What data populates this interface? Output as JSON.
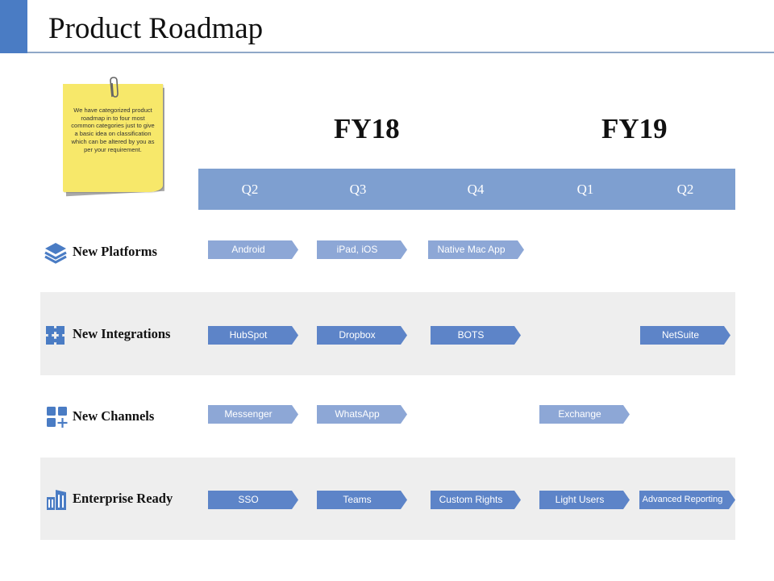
{
  "title": "Product Roadmap",
  "note": "We have categorized product roadmap in to four most common categories just to give a basic idea on classification which can be altered by you as per your requirement.",
  "fiscal_years": [
    "FY18",
    "FY19"
  ],
  "quarters": [
    "Q2",
    "Q3",
    "Q4",
    "Q1",
    "Q2"
  ],
  "colors": {
    "accent": "#4a7cc4",
    "quarter_bar": "#7e9fd0",
    "chip_light": "#8da7d6",
    "chip_dark": "#5d84c8",
    "band": "#eeeeee"
  },
  "rows": [
    {
      "label": "New Platforms",
      "icon": "layers-icon",
      "items": [
        "Android",
        "iPad, iOS",
        "Native Mac App",
        "",
        ""
      ]
    },
    {
      "label": "New Integrations",
      "icon": "puzzle-icon",
      "items": [
        "HubSpot",
        "Dropbox",
        "BOTS",
        "",
        "NetSuite"
      ]
    },
    {
      "label": "New Channels",
      "icon": "grid-add-icon",
      "items": [
        "Messenger",
        "WhatsApp",
        "",
        "Exchange",
        ""
      ]
    },
    {
      "label": "Enterprise Ready",
      "icon": "buildings-icon",
      "items": [
        "SSO",
        "Teams",
        "Custom Rights",
        "Light Users",
        "Advanced Reporting"
      ]
    }
  ]
}
